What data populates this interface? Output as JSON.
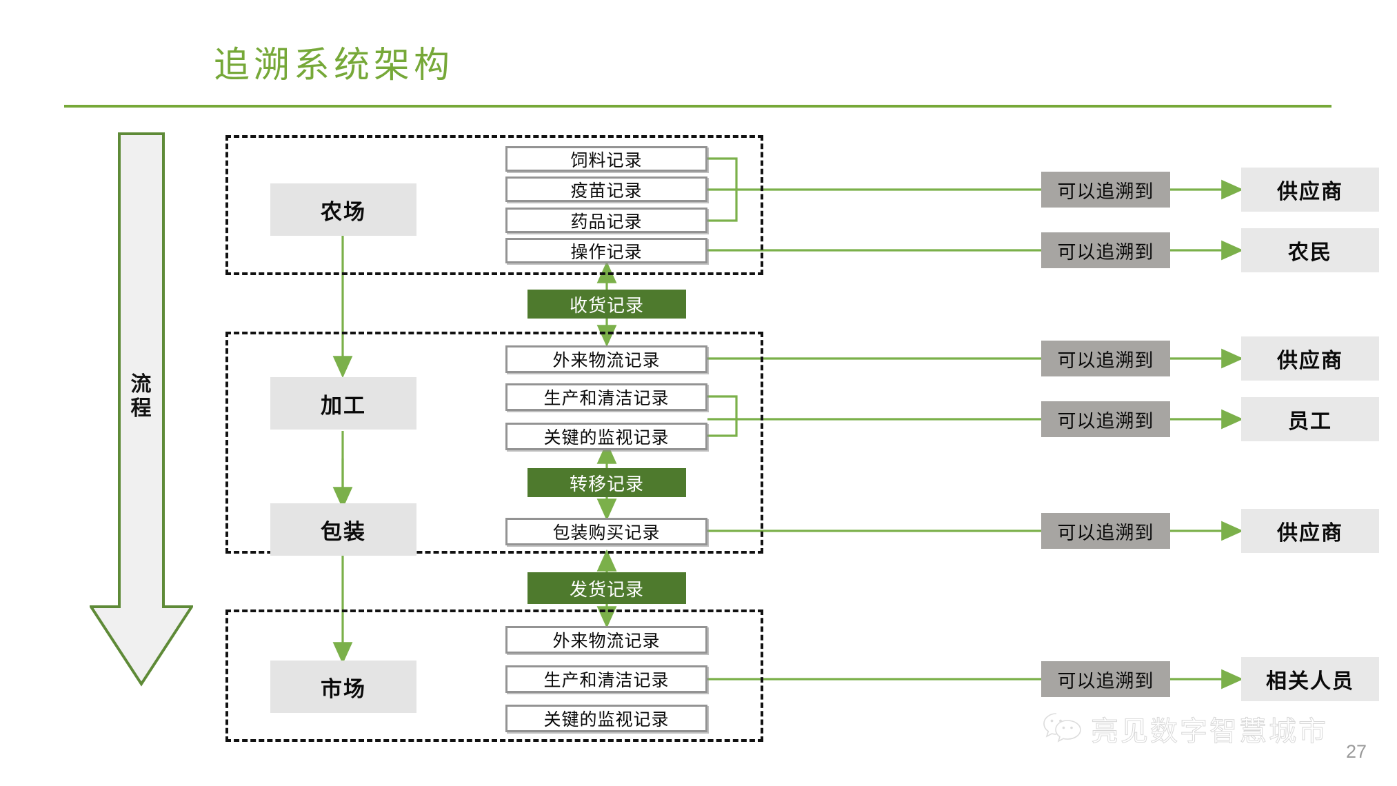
{
  "page": {
    "title": "追溯系统架构",
    "page_number": "27",
    "accent_green": "#76A838",
    "dark_green": "#4E7A2D",
    "trace_gray": "#A7A5A2",
    "stage_gray": "#E4E4E4",
    "actor_gray": "#E8E8E8"
  },
  "flow": {
    "label": "流\n程",
    "label_char1": "流",
    "label_char2": "程"
  },
  "watermark": {
    "icon": "wechat-icon",
    "text": "亮见数字智慧城市"
  },
  "sections": [
    {
      "id": "farm",
      "stage": "农场",
      "records": [
        {
          "label": "饲料记录",
          "type": "white"
        },
        {
          "label": "疫苗记录",
          "type": "white"
        },
        {
          "label": "药品记录",
          "type": "white"
        },
        {
          "label": "操作记录",
          "type": "white"
        }
      ],
      "traces": [
        {
          "label": "可以追溯到",
          "actor": "供应商"
        },
        {
          "label": "可以追溯到",
          "actor": "农民"
        }
      ]
    },
    {
      "id": "processing-packaging",
      "stage": "加工",
      "stage2": "包装",
      "records": [
        {
          "label": "外来物流记录",
          "type": "white"
        },
        {
          "label": "生产和清洁记录",
          "type": "white"
        },
        {
          "label": "关键的监视记录",
          "type": "white"
        },
        {
          "label": "转移记录",
          "type": "green"
        },
        {
          "label": "包装购买记录",
          "type": "white"
        }
      ],
      "traces": [
        {
          "label": "可以追溯到",
          "actor": "供应商"
        },
        {
          "label": "可以追溯到",
          "actor": "员工"
        },
        {
          "label": "可以追溯到",
          "actor": "供应商"
        }
      ]
    },
    {
      "id": "market",
      "stage": "市场",
      "records": [
        {
          "label": "外来物流记录",
          "type": "white"
        },
        {
          "label": "生产和清洁记录",
          "type": "white"
        },
        {
          "label": "关键的监视记录",
          "type": "white"
        }
      ],
      "traces": [
        {
          "label": "可以追溯到",
          "actor": "相关人员"
        }
      ]
    }
  ],
  "connectors": [
    {
      "label": "收货记录",
      "type": "green"
    },
    {
      "label": "转移记录",
      "type": "green"
    },
    {
      "label": "发货记录",
      "type": "green"
    }
  ],
  "chart_data": {
    "type": "diagram",
    "title": "追溯系统架构",
    "nodes": [
      "农场",
      "加工",
      "包装",
      "市场",
      "饲料记录",
      "疫苗记录",
      "药品记录",
      "操作记录",
      "收货记录",
      "外来物流记录",
      "生产和清洁记录",
      "关键的监视记录",
      "转移记录",
      "包装购买记录",
      "发货记录",
      "可以追溯到",
      "供应商",
      "农民",
      "员工",
      "相关人员"
    ]
  }
}
